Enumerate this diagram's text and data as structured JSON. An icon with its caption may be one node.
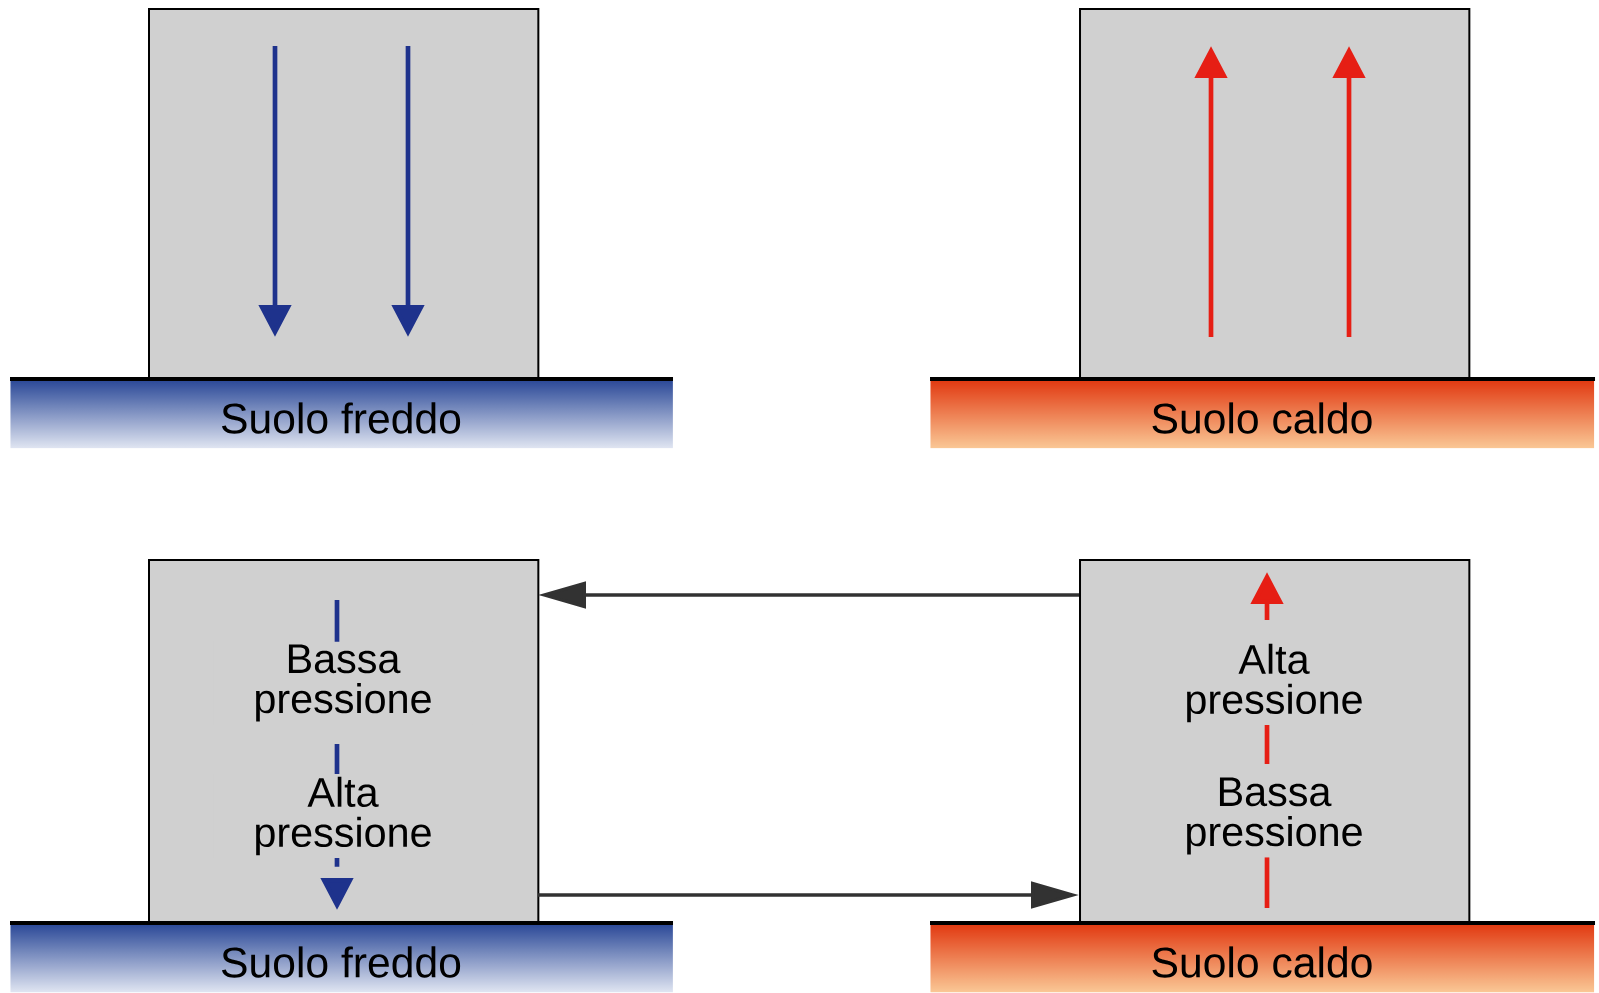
{
  "diagram": {
    "nodes": [
      {
        "text": [],
        "shape": "box"
      },
      {
        "text": [
          "Suolo freddo"
        ]
      },
      {
        "text": [],
        "shape": "box"
      },
      {
        "text": [
          "Suolo caldo"
        ]
      },
      {
        "text": [
          "Bassa pressione",
          "Alta pressione"
        ]
      },
      {
        "text": [
          "Suolo freddo"
        ]
      },
      {
        "text": [
          "Alta pressione",
          "Bassa pressione"
        ]
      },
      {
        "text": [
          "Suolo caldo"
        ]
      }
    ],
    "edges": [
      {
        "from": 6,
        "to": 4,
        "arrow": "to"
      },
      {
        "from": 4,
        "to": 6,
        "arrow": "to"
      }
    ]
  }
}
